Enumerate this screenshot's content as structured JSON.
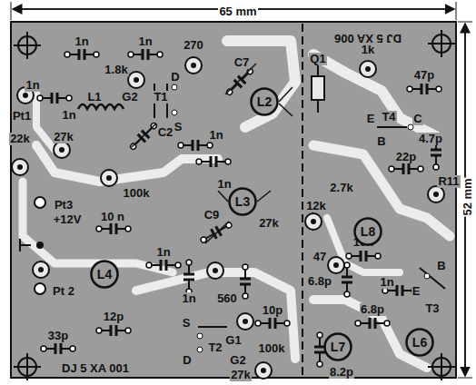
{
  "diagram": {
    "nodes": [
      {
        "text": [
          "L2"
        ]
      },
      {
        "text": [
          "L3"
        ]
      },
      {
        "text": [
          "L4"
        ]
      },
      {
        "text": [
          "L8"
        ]
      },
      {
        "text": [
          "L7"
        ]
      },
      {
        "text": [
          "L6"
        ]
      }
    ],
    "labels": [
      "65 mm",
      "52 mm",
      "1n",
      "1n",
      "270",
      "1.8k",
      "1n",
      "D",
      "C7",
      "L1",
      "G2",
      "T1",
      "Pt1",
      "1n",
      "S",
      "C2",
      "1n",
      "22k",
      "27k",
      "1n",
      "100k",
      "Pt3",
      "+12V",
      "10 n",
      "C9",
      "27k",
      "1n",
      "Pt 2",
      "1n",
      "560",
      "10p",
      "12p",
      "S",
      "G1",
      "T2",
      "100k",
      "D",
      "G2",
      "33p",
      "27k",
      "DJ 5 XA 001",
      "DJ 5 XA 006",
      "Q1",
      "1k",
      "47p",
      "E",
      "T4",
      "C",
      "B",
      "4.7p",
      "22p",
      "R11",
      "2.7k",
      "12k",
      "10n",
      "47",
      "B",
      "E",
      "6.8p",
      "1n",
      "6.8p",
      "T3",
      "8.2p"
    ]
  }
}
